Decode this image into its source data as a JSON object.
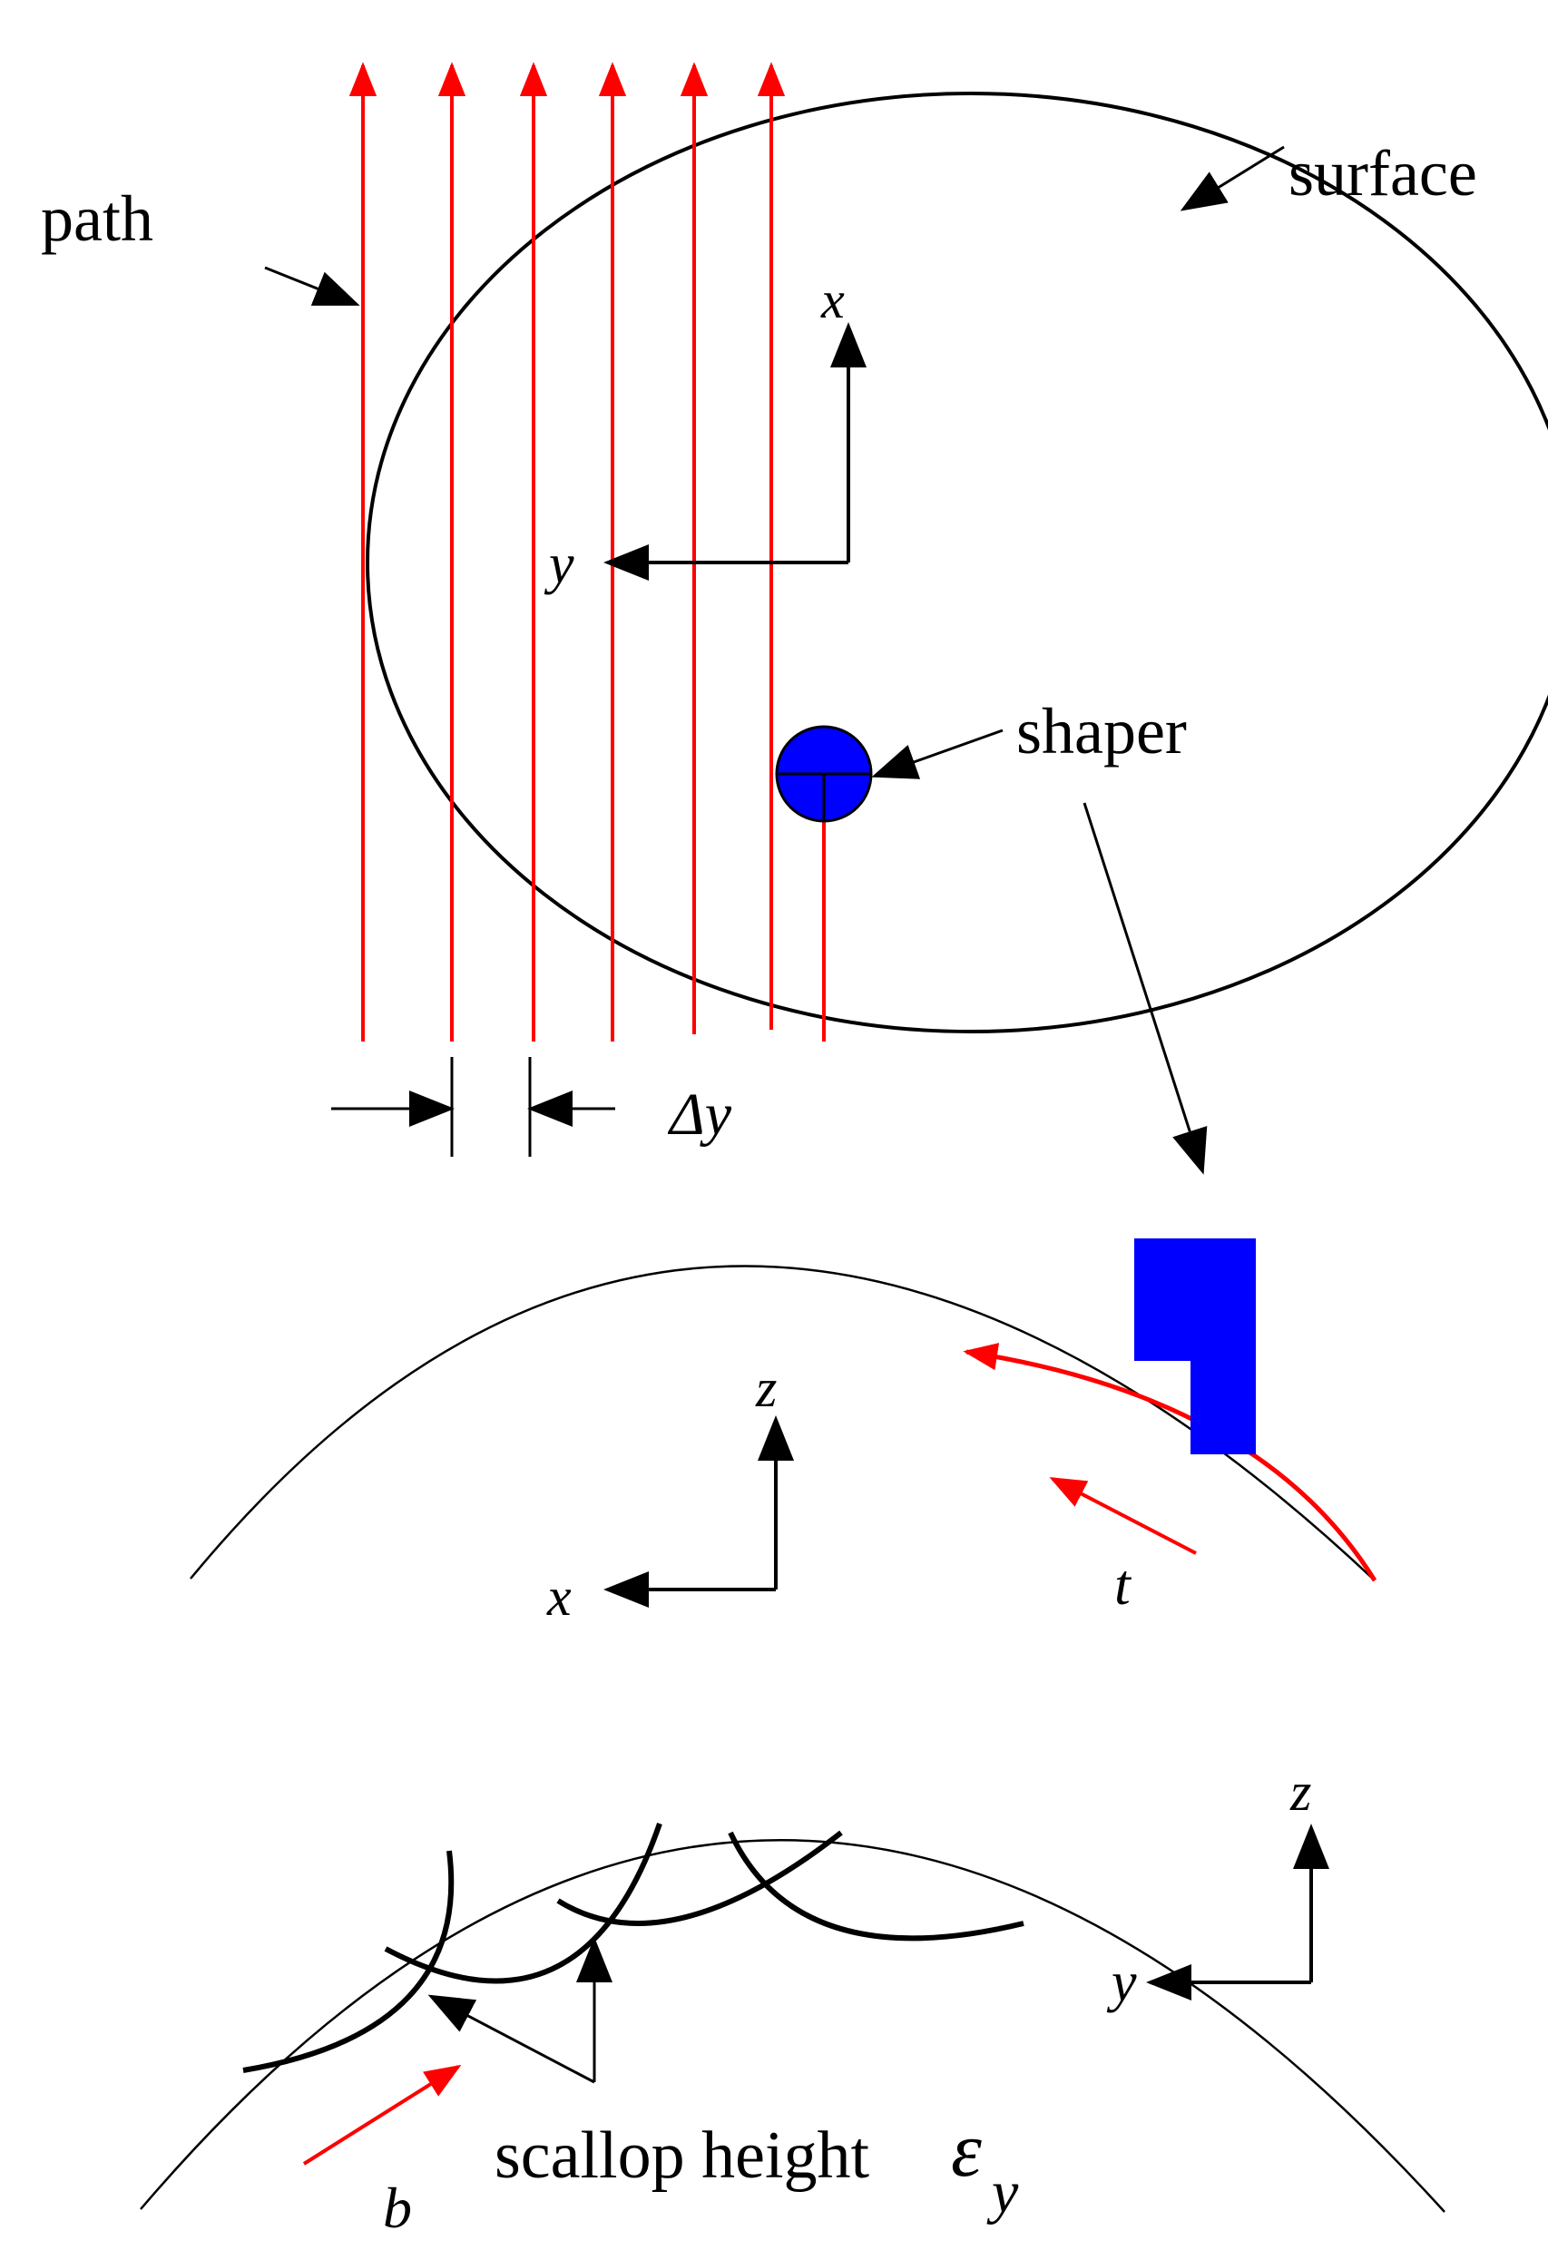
{
  "labels": {
    "path": "path",
    "surface": "surface",
    "shaper": "shaper",
    "delta_y": "Δy",
    "scallop_height": "scallop height",
    "epsilon": "ε",
    "epsilon_sub": "y"
  },
  "axes": {
    "top": {
      "up": "x",
      "left": "y"
    },
    "middle": {
      "up": "z",
      "left": "x"
    },
    "bottom": {
      "up": "z",
      "left": "y"
    }
  },
  "vectors": {
    "tangent": "t",
    "binormal": "b"
  },
  "colors": {
    "path": "#ff0000",
    "shaper": "#0000ff",
    "outline": "#000000",
    "scallop": "#000000"
  }
}
